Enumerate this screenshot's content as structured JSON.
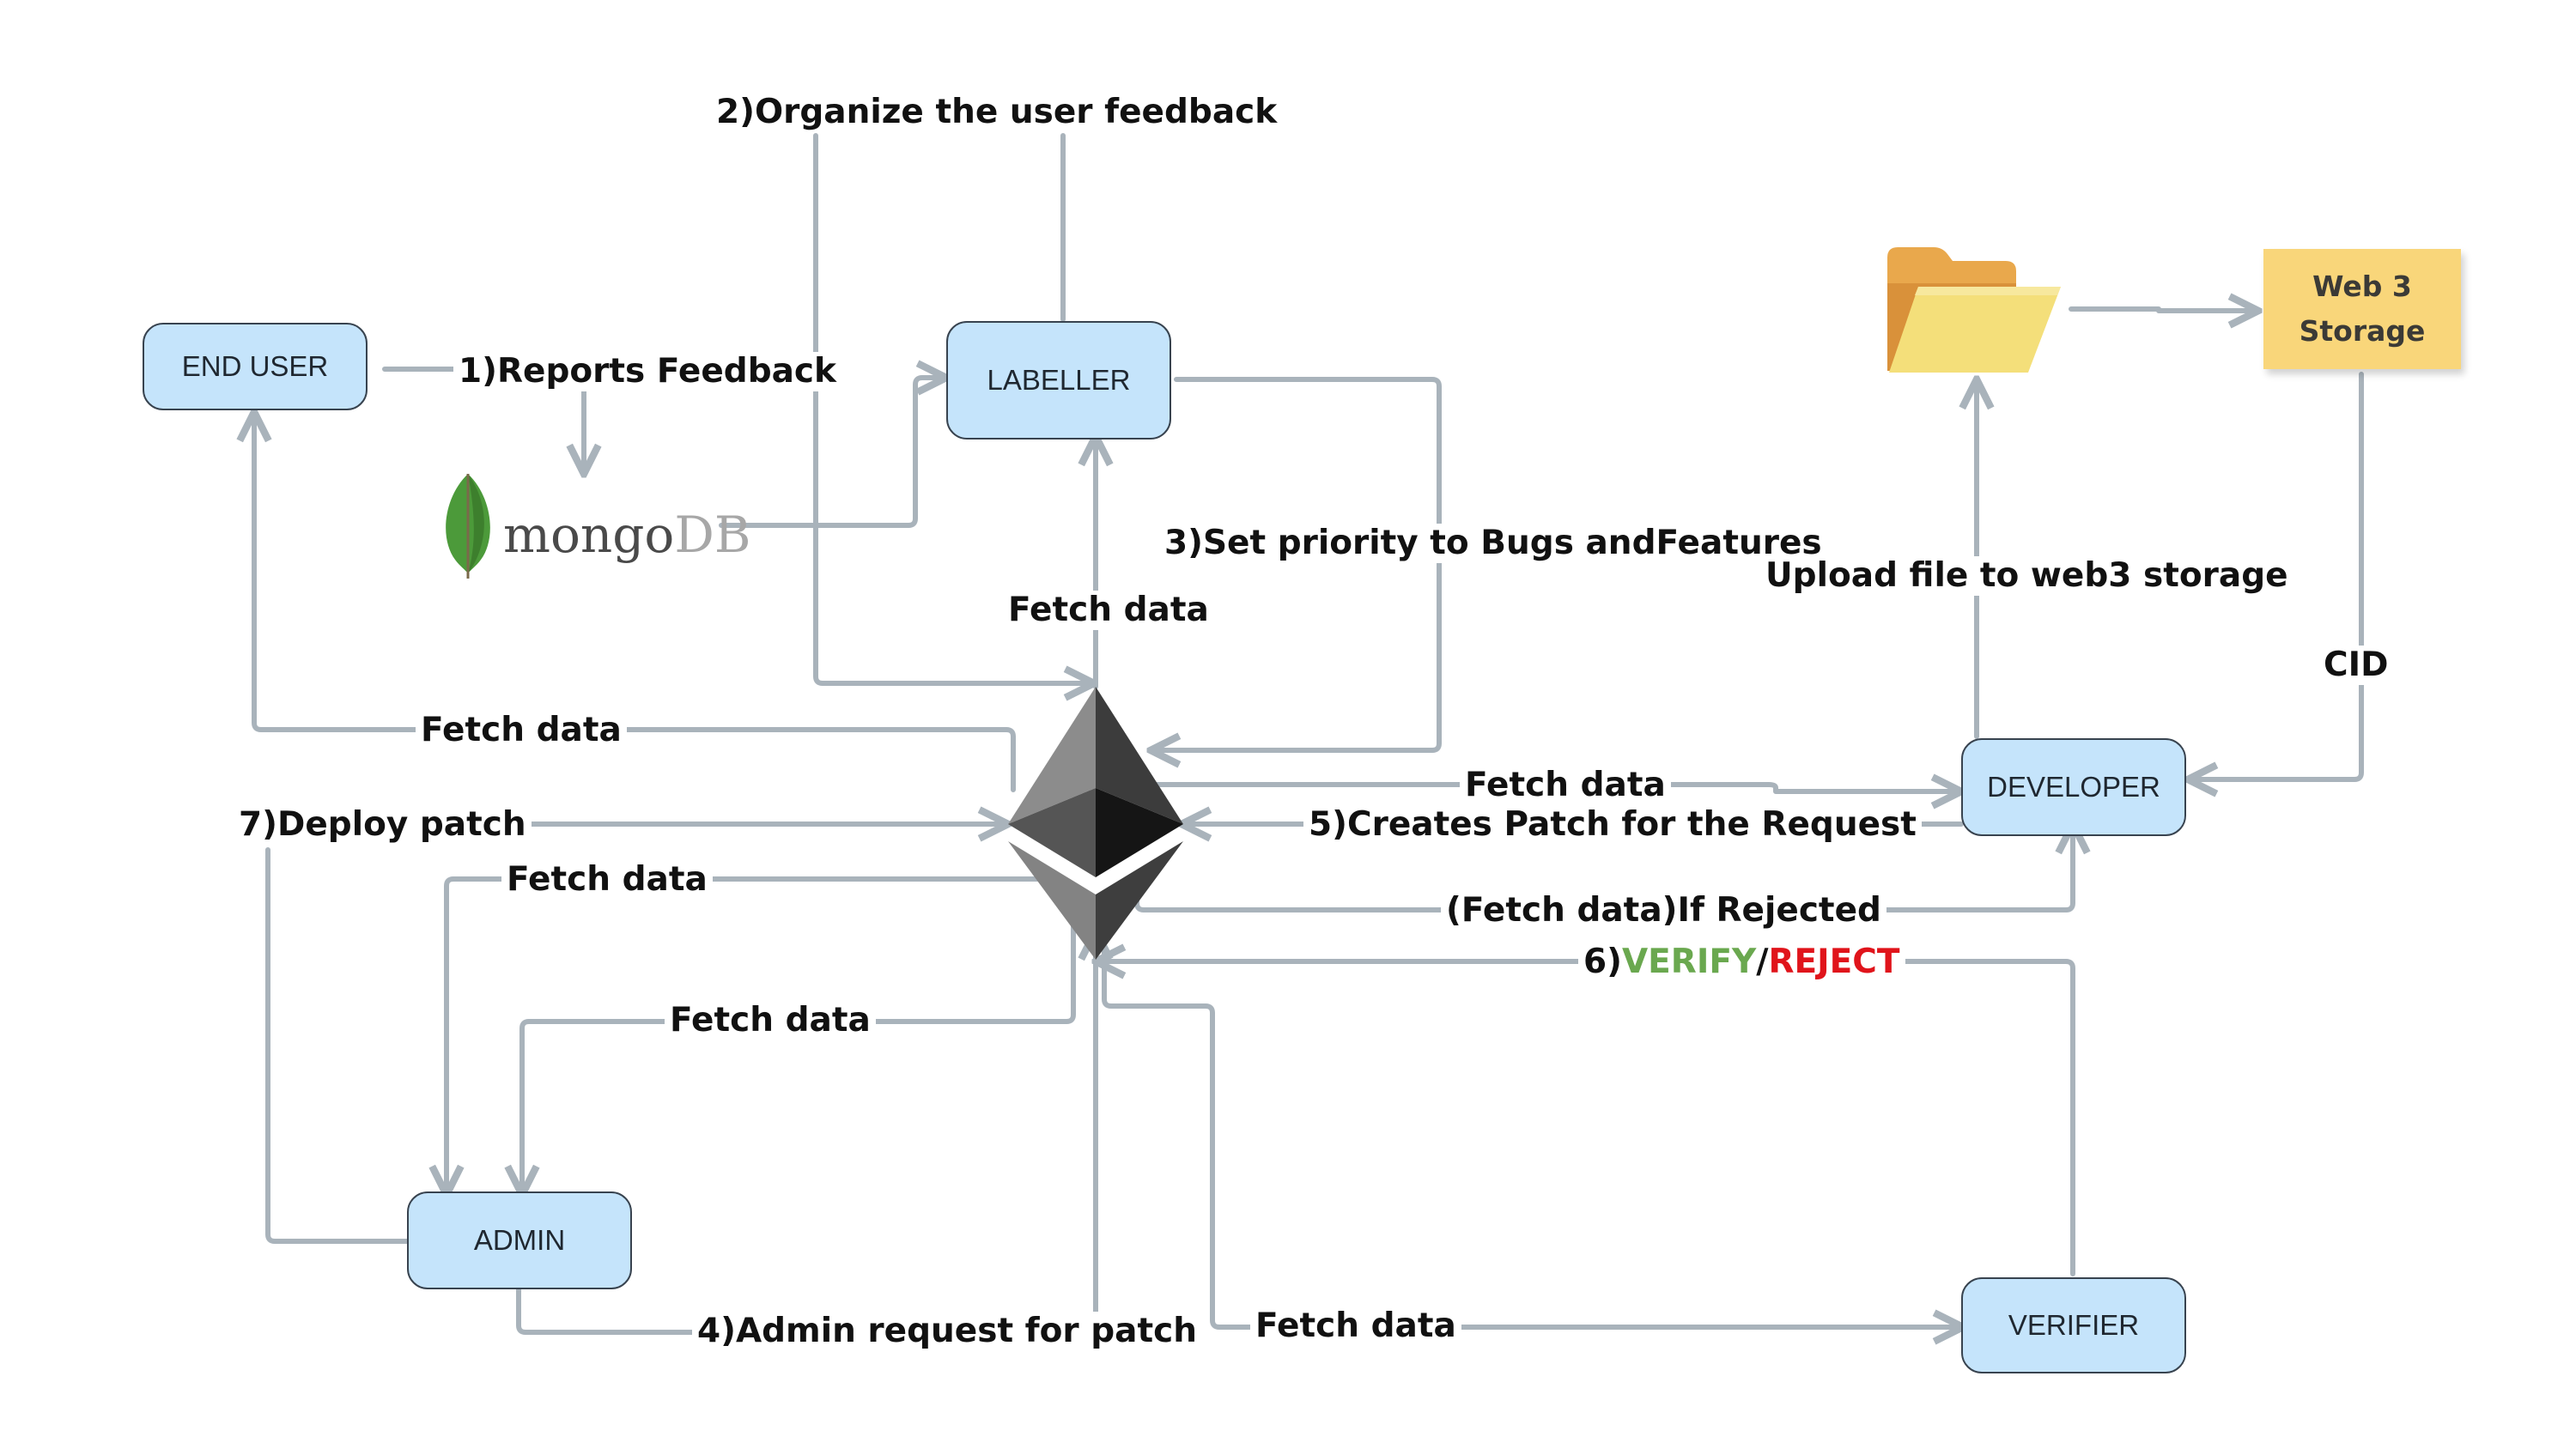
{
  "nodes": {
    "end_user": "END USER",
    "labeller": "LABELLER",
    "developer": "DEVELOPER",
    "admin": "ADMIN",
    "verifier": "VERIFIER"
  },
  "storage": {
    "line1": "Web 3",
    "line2": "Storage"
  },
  "mongodb": {
    "part1": "mongo",
    "part2": "DB"
  },
  "labels": {
    "organize": "2)Organize the user feedback",
    "reports": "1)Reports Feedback",
    "set_priority": "3)Set priority to Bugs andFeatures",
    "fetch_labeller": "Fetch data",
    "fetch_enduser": "Fetch data",
    "deploy": "7)Deploy patch",
    "fetch_admin1": "Fetch data",
    "fetch_admin2": "Fetch data",
    "fetch_developer": "Fetch data",
    "creates_patch": "5)Creates Patch for the Request",
    "if_rejected": "(Fetch data)If Rejected",
    "verify_prefix": "6)",
    "verify": "VERIFY",
    "slash": "/",
    "reject": "REJECT",
    "upload": "Upload file to web3 storage",
    "cid": "CID",
    "admin_request": "4)Admin request for patch",
    "fetch_verifier": "Fetch data"
  },
  "colors": {
    "node_fill": "#c5e4fb",
    "node_border": "#38434f",
    "connector": "#a9b3bb",
    "verify": "#6aa84f",
    "reject": "#e0141b",
    "storage_fill": "#f9d67a",
    "folder_fill": "#f4df7a",
    "folder_back": "#e9a84c",
    "mongo_leaf": "#4c9a3a",
    "mongo_text": "#4a4a4a",
    "mongo_db": "#a7a7a7"
  },
  "icons": {
    "hub": "ethereum-icon",
    "folder": "folder-icon",
    "database": "mongodb-leaf-icon"
  }
}
